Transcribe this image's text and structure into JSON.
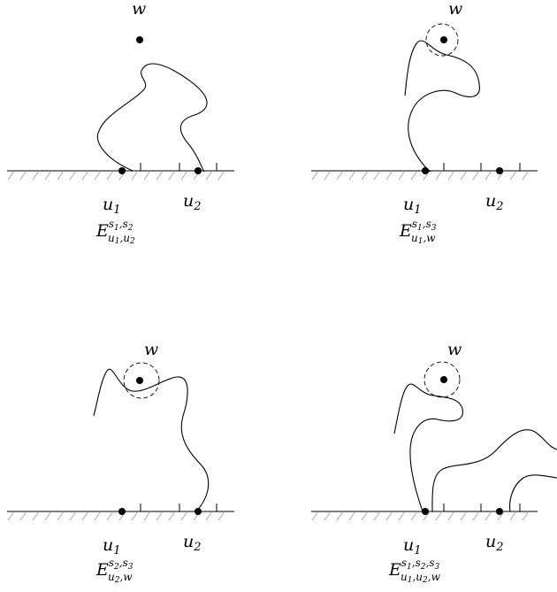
{
  "panels": [
    {
      "vertex_w": "w",
      "vertex_u1": "u",
      "vertex_u1_sub": "1",
      "vertex_u2": "u",
      "vertex_u2_sub": "2",
      "event": {
        "base": "E",
        "sup": "s",
        "sup_parts": [
          "1",
          ",s",
          "2"
        ],
        "sub": "u",
        "sub_parts": [
          "1",
          ",u",
          "2"
        ]
      }
    },
    {
      "vertex_w": "w",
      "vertex_u1": "u",
      "vertex_u1_sub": "1",
      "vertex_u2": "u",
      "vertex_u2_sub": "2",
      "event": {
        "base": "E",
        "sup": "s",
        "sup_parts": [
          "1",
          ",s",
          "3"
        ],
        "sub": "u",
        "sub_parts": [
          "1",
          ",w",
          ""
        ]
      }
    },
    {
      "vertex_w": "w",
      "vertex_u1": "u",
      "vertex_u1_sub": "1",
      "vertex_u2": "u",
      "vertex_u2_sub": "2",
      "event": {
        "base": "E",
        "sup": "s",
        "sup_parts": [
          "2",
          ",s",
          "3"
        ],
        "sub": "u",
        "sub_parts": [
          "2",
          ",w",
          ""
        ]
      }
    },
    {
      "vertex_w": "w",
      "vertex_u1": "u",
      "vertex_u1_sub": "1",
      "vertex_u2": "u",
      "vertex_u2_sub": "2",
      "event": {
        "base": "E",
        "sup": "s",
        "sup_parts": [
          "1",
          ",s",
          "2",
          ",s",
          "3"
        ],
        "sub": "u",
        "sub_parts": [
          "1",
          ",u",
          "2",
          ",w",
          ""
        ]
      }
    }
  ]
}
